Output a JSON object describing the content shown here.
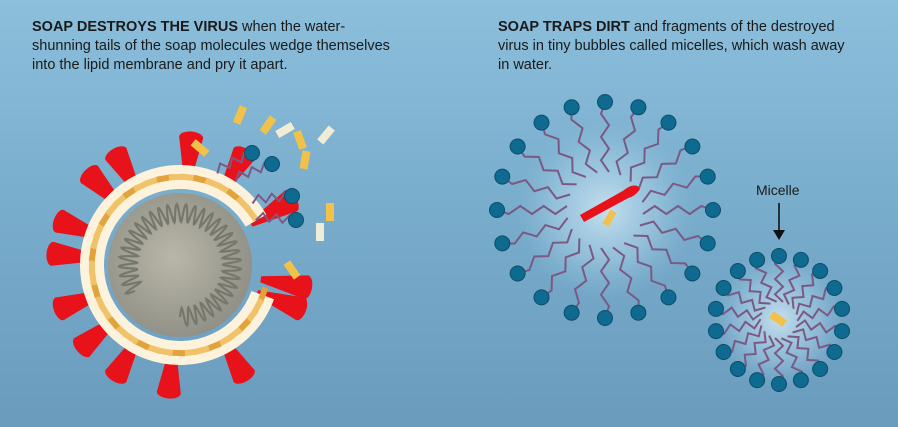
{
  "captions": {
    "left": {
      "bold": "SOAP DESTROYS THE VIRUS",
      "text": " when the water-shunning tails of the soap molecules wedge themselves into the lipid membrane and pry it apart."
    },
    "right": {
      "bold": "SOAP TRAPS DIRT",
      "text": " and fragments of the destroyed virus in tiny bubbles called micelles, which wash away in water."
    }
  },
  "labels": {
    "micelle": "Micelle"
  },
  "colors": {
    "soap_head": "#0e6a8f",
    "soap_tail": "#7a5a85",
    "spike": "#e8121a",
    "membrane_light": "#fbe9c4",
    "membrane_dark": "#e1a43c",
    "fragment_yellow": "#f2c14a",
    "fragment_white": "#f2ecd7"
  }
}
